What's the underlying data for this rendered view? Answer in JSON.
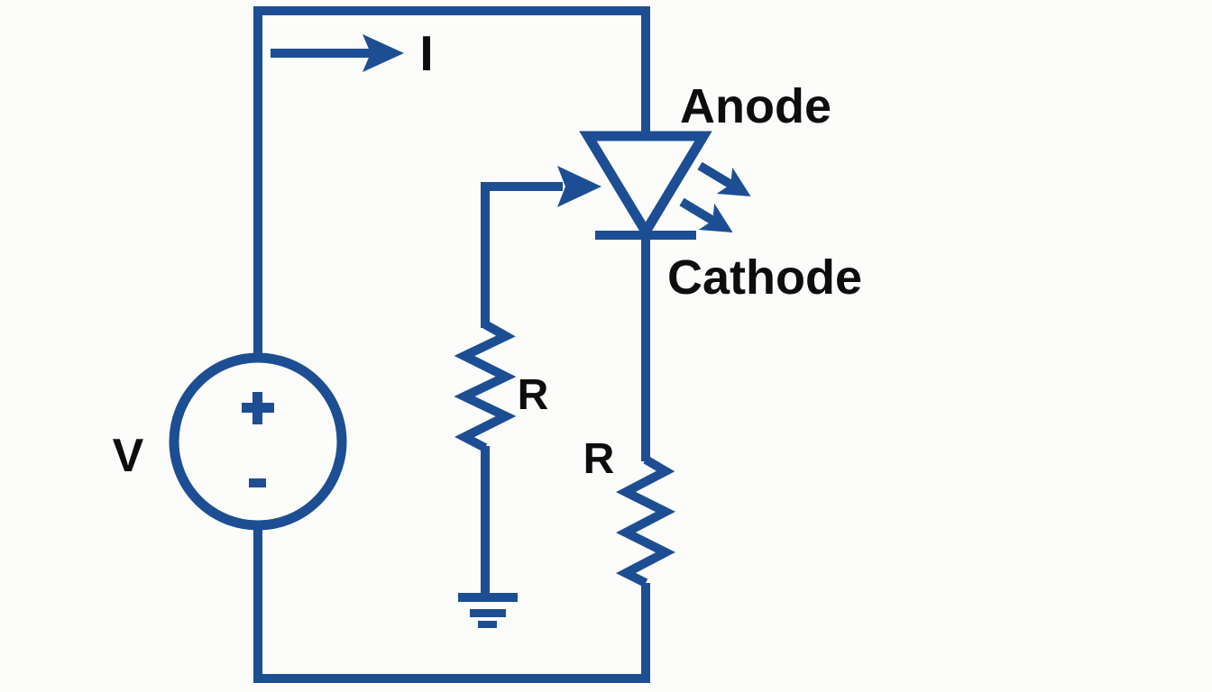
{
  "diagram": {
    "kind": "led-circuit-schematic",
    "labels": {
      "voltage_source": "V",
      "current": "I",
      "anode": "Anode",
      "cathode": "Cathode",
      "resistor_mid": "R",
      "resistor_right": "R"
    },
    "icons": {
      "plus_icon": "thick cross shape (positive terminal)",
      "minus_icon": "thick dash shape (negative terminal)",
      "ground_icon": "three stacked bars (earth ground)",
      "current_arrow_icon": "right-pointing dart arrow (current direction)",
      "anode_arrow_icon": "right-pointing dart arrow into LED",
      "light_emission_arrows_icon": "two diagonal arrows (emitted light)"
    },
    "colors": {
      "wire": "#1d4e93",
      "label": "#0d0d0d",
      "background": "#fcfcfb"
    }
  }
}
